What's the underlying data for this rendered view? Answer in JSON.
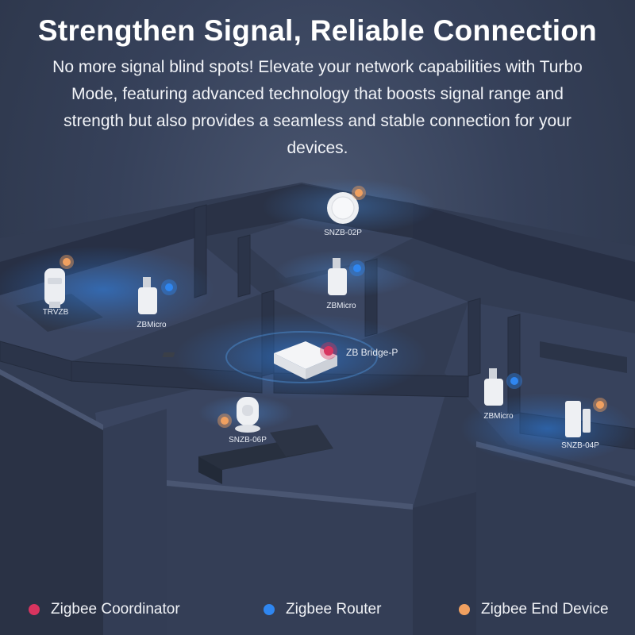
{
  "headline": "Strengthen Signal, Reliable Connection",
  "subtext": "No more signal blind spots! Elevate your network capabilities with Turbo Mode, featuring advanced technology that boosts signal range and strength but also provides a seamless and stable connection for your devices.",
  "devices": {
    "snzb02p": "SNZB-02P",
    "trvzb": "TRVZB",
    "zbmicro_left": "ZBMicro",
    "zbmicro_center": "ZBMicro",
    "bridge": "ZB Bridge-P",
    "snzb06p": "SNZB-06P",
    "zbmicro_right": "ZBMicro",
    "snzb04p": "SNZB-04P"
  },
  "legend": [
    {
      "label": "Zigbee Coordinator",
      "color": "#d8345f"
    },
    {
      "label": "Zigbee Router",
      "color": "#2f86f0"
    },
    {
      "label": "Zigbee End Device",
      "color": "#f0a060"
    }
  ],
  "colors": {
    "coordinator": "#d8345f",
    "router": "#2f86f0",
    "end_device": "#f0a060"
  }
}
